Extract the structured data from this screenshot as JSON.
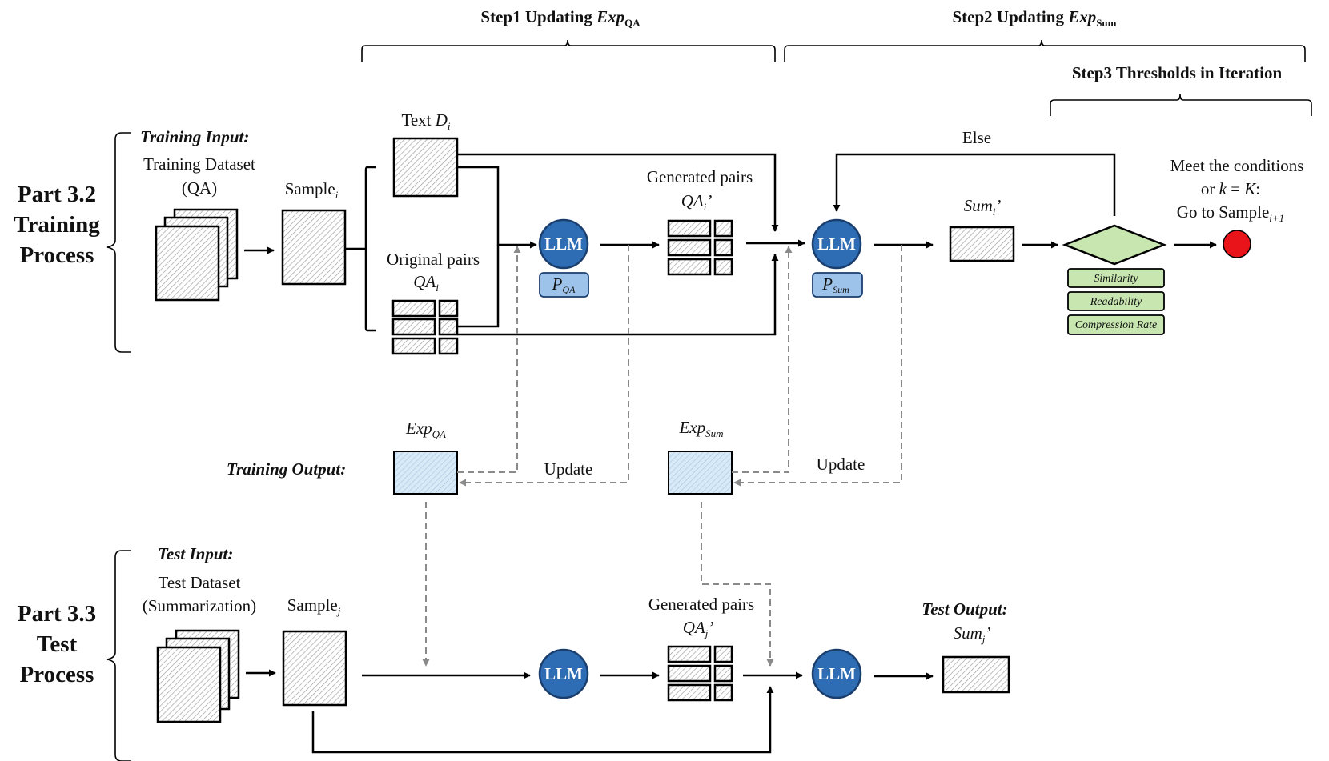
{
  "colors": {
    "llm_fill": "#2e6db4",
    "llm_stroke": "#1a3f6e",
    "prompt_fill": "#9ec3ea",
    "exp_fill": "#d8e9f7",
    "diamond_fill": "#c8e6b0",
    "metric_fill": "#c8e6b0",
    "stop_fill": "#e8141a",
    "hatch": "#9a9a9a"
  },
  "steps": {
    "step1": {
      "prefix": "Step1 Updating ",
      "var": "Exp",
      "sub": "QA"
    },
    "step2": {
      "prefix": "Step2 Updating ",
      "var": "Exp",
      "sub": "Sum"
    },
    "step3": "Step3 Thresholds in Iteration"
  },
  "training": {
    "part_label": [
      "Part 3.2",
      "Training",
      "Process"
    ],
    "input_title": "Training Input:",
    "dataset_lines": [
      "Training Dataset",
      "(QA)"
    ],
    "sample": {
      "base": "Sample",
      "sub": "i"
    },
    "text_d": {
      "base": "Text ",
      "var": "D",
      "sub": "i"
    },
    "original_pairs": "Original pairs",
    "qa_i": {
      "var": "QA",
      "sub": "i"
    },
    "llm": "LLM",
    "p_qa": {
      "var": "P",
      "sub": "QA"
    },
    "generated_pairs": "Generated pairs",
    "qa_i_prime": {
      "var": "QA",
      "sub": "i",
      "prime": "’"
    },
    "p_sum": {
      "var": "P",
      "sub": "Sum"
    },
    "sum_i_prime": {
      "var": "Sum",
      "sub": "i",
      "prime": "’"
    },
    "else": "Else",
    "metrics": [
      "Similarity",
      "Readability",
      "Compression Rate"
    ],
    "condition_lines": [
      "Meet the conditions"
    ],
    "condition_or": {
      "pre": "or ",
      "k": "k",
      "eq": " = ",
      "K": "K",
      "post": ":"
    },
    "goto": {
      "base": "Go to Sample",
      "sub": "i+1"
    }
  },
  "output": {
    "title": "Training Output:",
    "exp_qa": {
      "var": "Exp",
      "sub": "QA"
    },
    "exp_sum": {
      "var": "Exp",
      "sub": "Sum"
    },
    "update": "Update"
  },
  "test": {
    "part_label": [
      "Part 3.3",
      "Test",
      "Process"
    ],
    "input_title": "Test Input:",
    "dataset_lines": [
      "Test Dataset",
      "(Summarization)"
    ],
    "sample": {
      "base": "Sample",
      "sub": "j"
    },
    "llm": "LLM",
    "generated_pairs": "Generated pairs",
    "qa_j_prime": {
      "var": "QA",
      "sub": "j",
      "prime": "’"
    },
    "output_title": "Test Output:",
    "sum_j_prime": {
      "var": "Sum",
      "sub": "j",
      "prime": "’"
    }
  }
}
